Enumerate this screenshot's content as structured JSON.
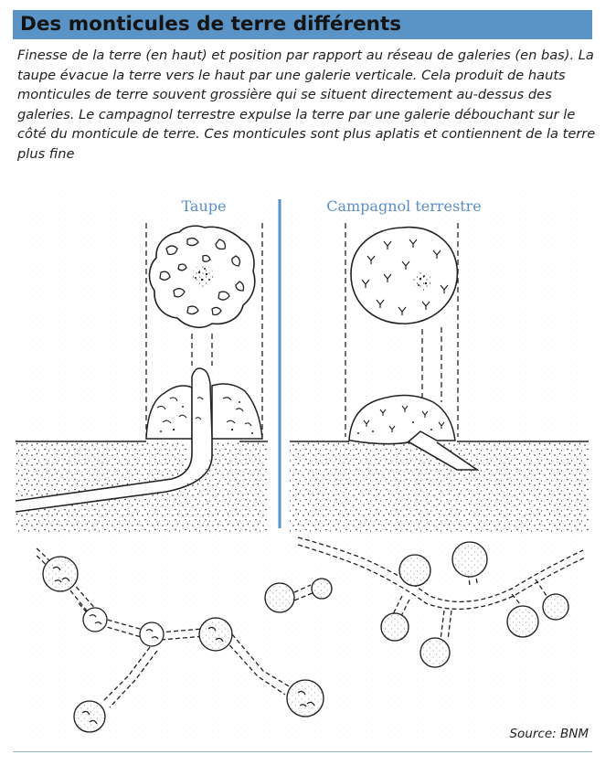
{
  "header": {
    "title": "Des monticules de terre différents",
    "bar_color": "#5a93c6"
  },
  "caption": "Finesse de la terre (en haut) et position par rapport au réseau de galeries (en bas). La taupe évacue la terre vers le haut par une galerie verticale. Cela produit de hauts monticules de terre souvent grossière qui se situent directement au-dessus des galeries. Le campagnol terrestre expulse la terre par une galerie débouchant sur le côté du monticule de terre. Ces monticules sont plus aplatis et contiennent de la terre plus fine",
  "labels": {
    "taupe": "Taupe",
    "campagnol": "Campagnol terrestre",
    "label_color": "#5a8fc4"
  },
  "source": "Source: BNM"
}
